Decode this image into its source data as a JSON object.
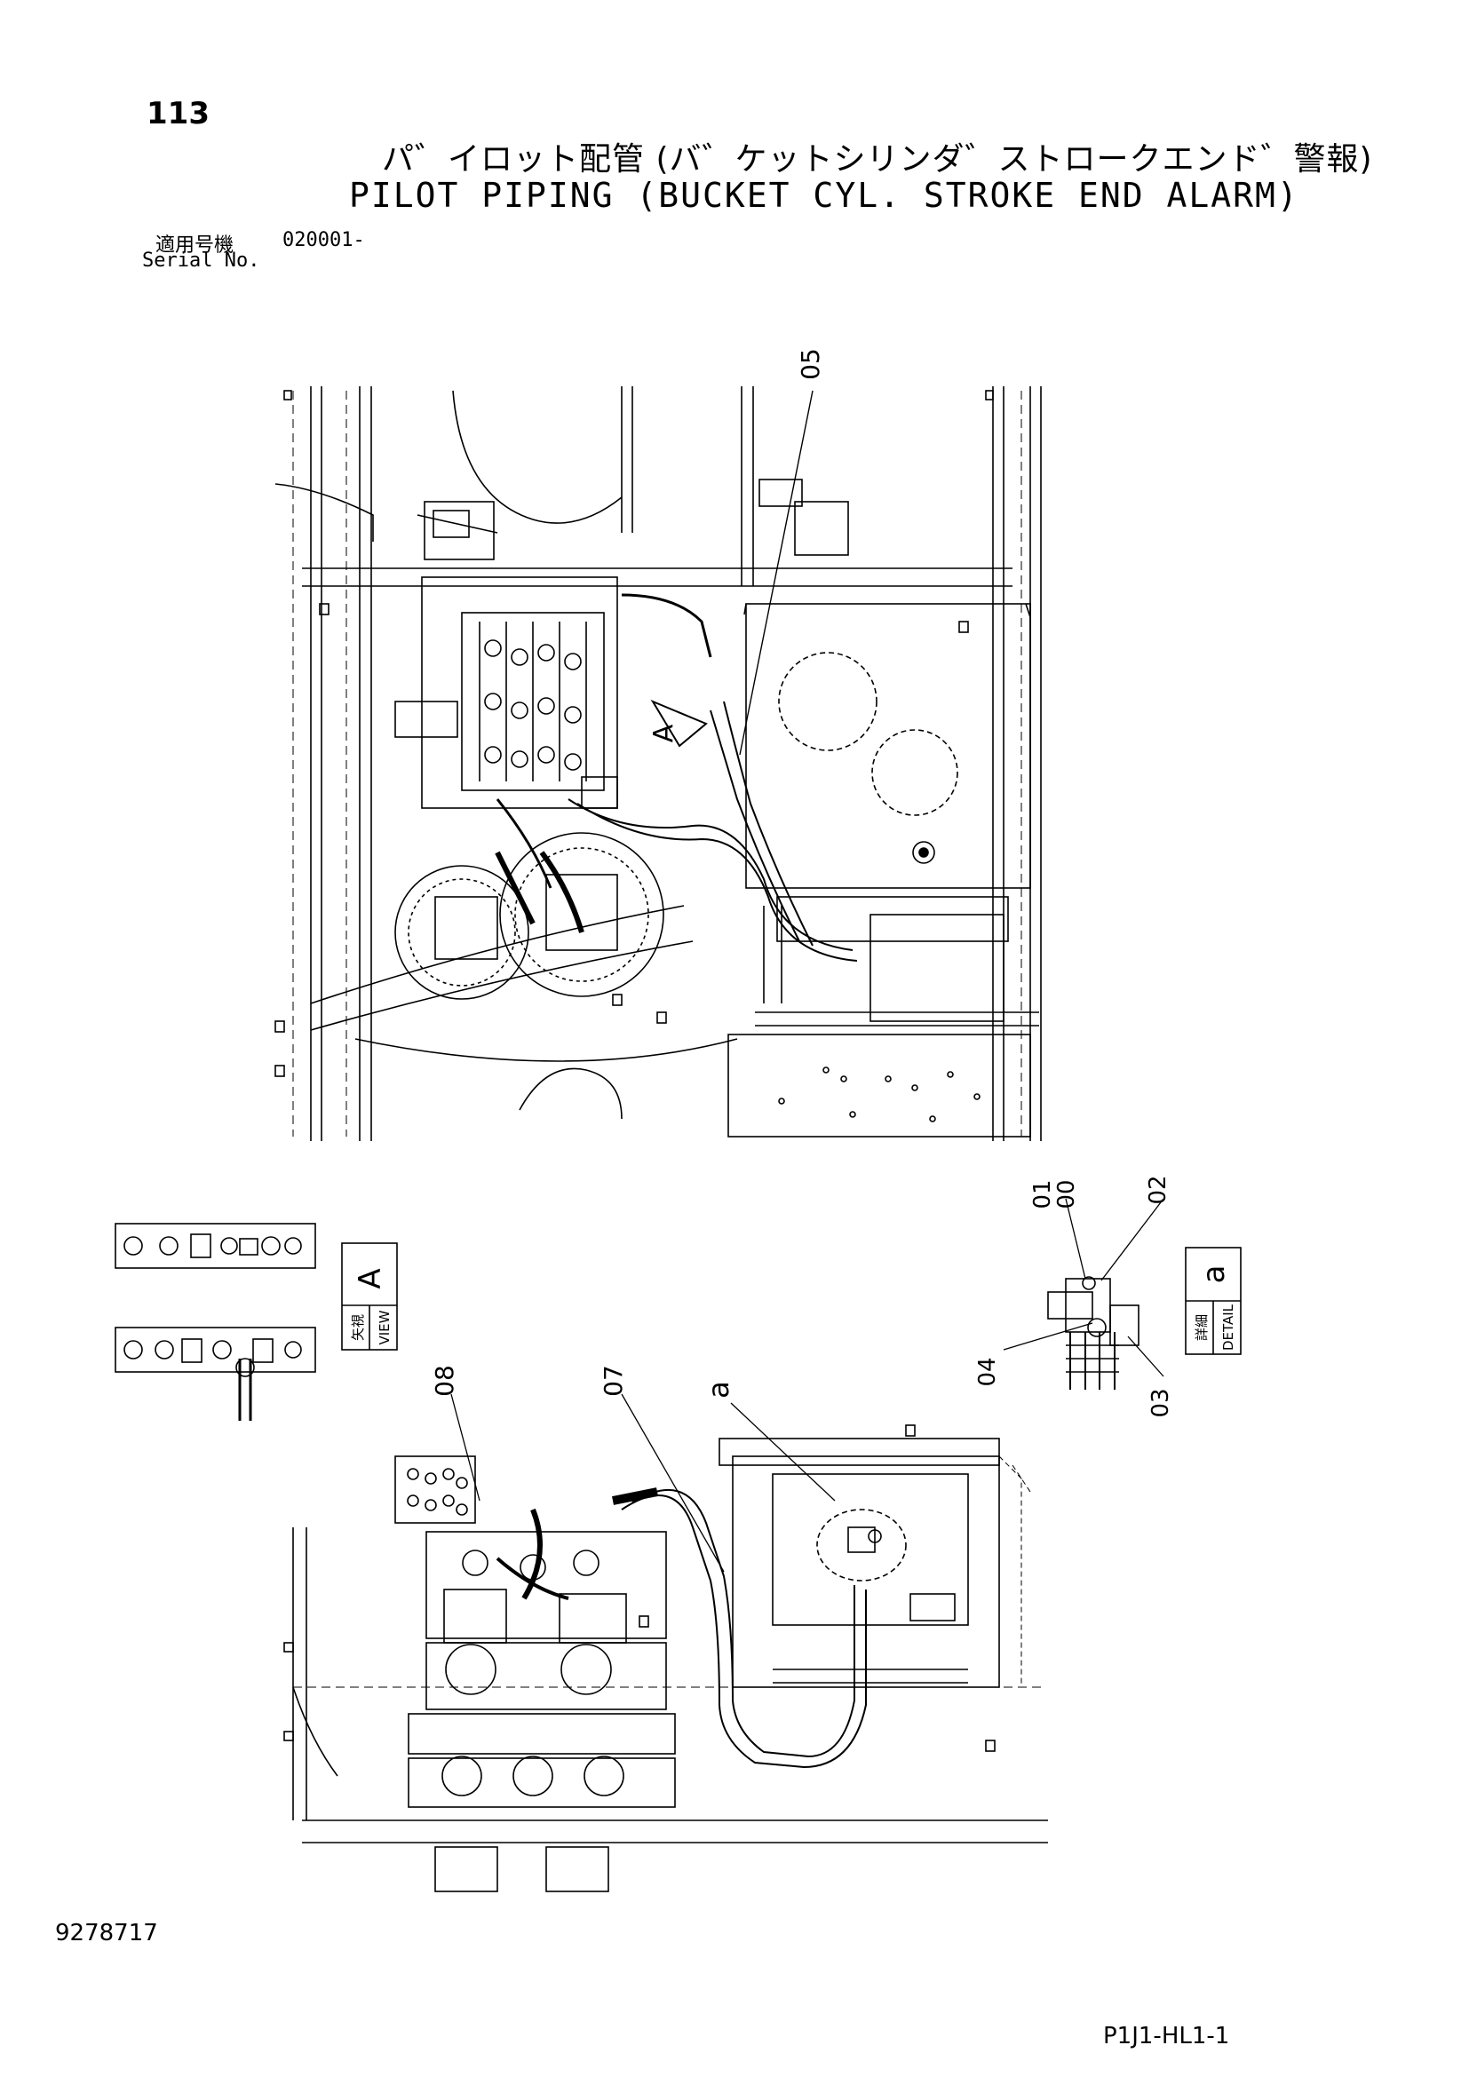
{
  "header": {
    "page_number": "113",
    "title_ja": "パ゛イロット配管 (バ゛ケットシリンダ゛ストロークエンド゛警報)",
    "title_en": "PILOT PIPING (BUCKET CYL. STROKE END ALARM)",
    "serial_label_ja": "適用号機",
    "serial_value": "020001-",
    "serial_label_en": "Serial No."
  },
  "callouts": {
    "c05": "05",
    "c01": "01",
    "c00": "00",
    "c02": "02",
    "c03": "03",
    "c04": "04",
    "c07": "07",
    "c08": "08",
    "view_marker": "A",
    "detail_marker": "a"
  },
  "view_a_box": {
    "letter": "A",
    "ja": "矢視",
    "en": "VIEW"
  },
  "detail_a_box": {
    "letter": "a",
    "ja": "詳細",
    "en": "DETAIL"
  },
  "footer": {
    "doc_number": "9278717",
    "sheet_code": "P1J1-HL1-1"
  }
}
